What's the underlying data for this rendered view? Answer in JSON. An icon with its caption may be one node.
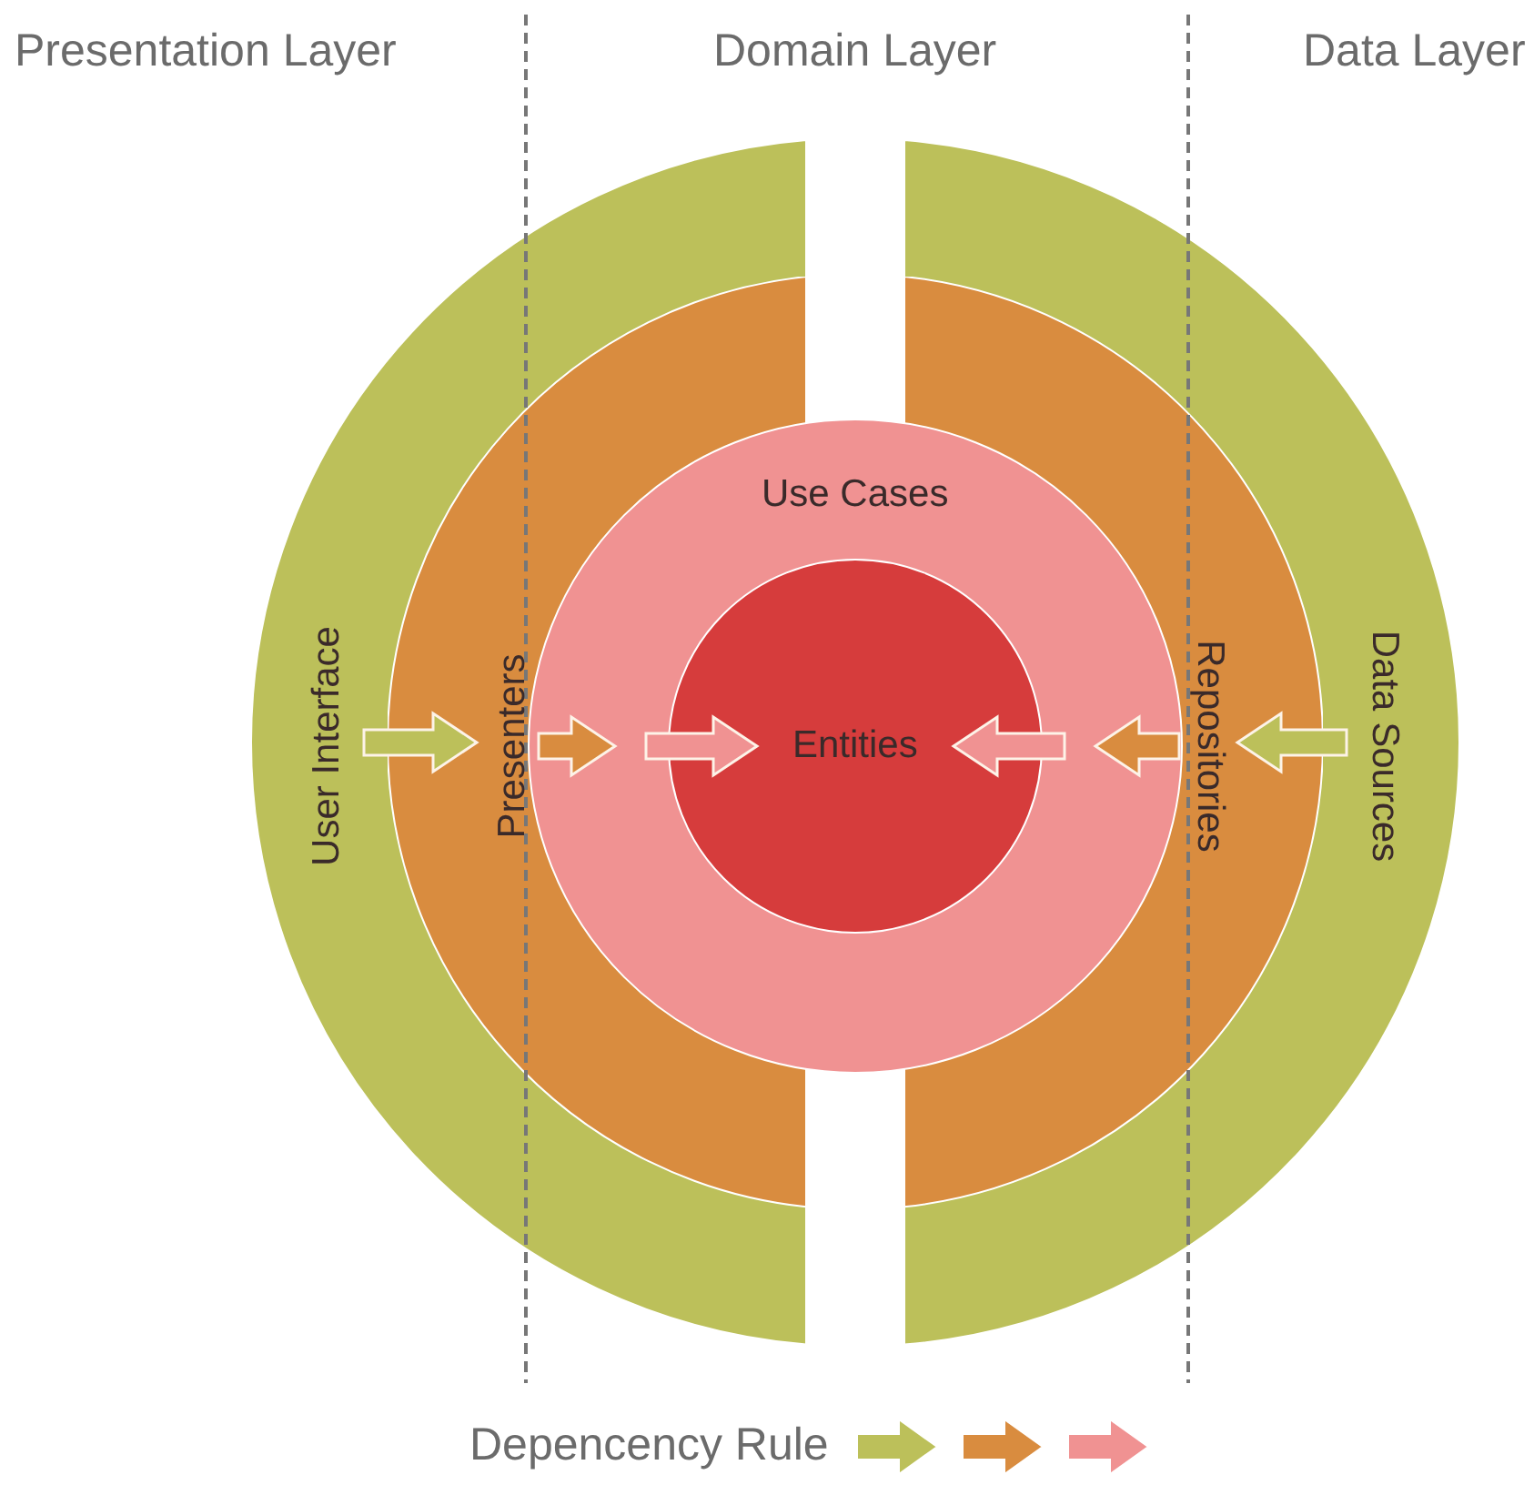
{
  "diagram": {
    "nodes": [
      {
        "text": [
          "User Interface"
        ]
      },
      {
        "text": [
          "Data Sources"
        ]
      },
      {
        "text": [
          "Presenters"
        ],
        "in": 0
      },
      {
        "text": [
          "Repositories"
        ],
        "in": 1
      },
      {
        "text": [
          "Use Cases"
        ]
      },
      {
        "text": [
          "Entities"
        ],
        "in": 4
      }
    ],
    "edges": [
      {
        "from": 0,
        "to": 2,
        "arrow": "to",
        "color": "#bcc05a"
      },
      {
        "from": 2,
        "to": 4,
        "arrow": "to",
        "color": "#d98c3f"
      },
      {
        "from": 4,
        "to": 5,
        "arrow": "to",
        "color": "#f09292"
      },
      {
        "from": 4,
        "to": 5,
        "arrow": "to",
        "color": "#f09292"
      },
      {
        "from": 3,
        "to": 4,
        "arrow": "to",
        "color": "#d98c3f"
      },
      {
        "from": 1,
        "to": 3,
        "arrow": "to",
        "color": "#bcc05a"
      }
    ],
    "labels": [
      "Presentation Layer",
      "Domain Layer",
      "Data Layer"
    ],
    "legend": [
      {
        "text": "Depencency Rule"
      }
    ]
  }
}
